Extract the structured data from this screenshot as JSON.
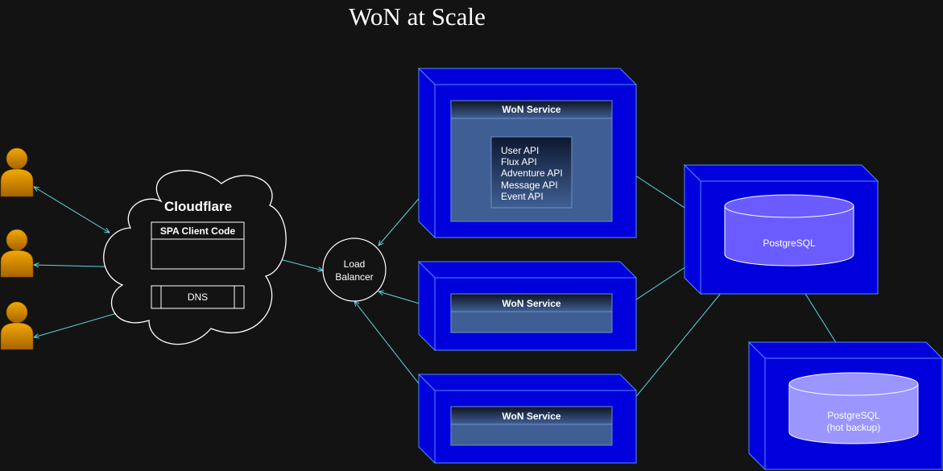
{
  "title": "WoN at Scale",
  "cloudflare": {
    "label": "Cloudflare",
    "spa_label": "SPA Client Code",
    "dns_label": "DNS"
  },
  "load_balancer": {
    "line1": "Load",
    "line2": "Balancer"
  },
  "services": [
    {
      "label": "WoN Service",
      "apis": [
        "User API",
        "Flux API",
        "Adventure API",
        "Message API",
        "Event API"
      ]
    },
    {
      "label": "WoN Service"
    },
    {
      "label": "WoN Service"
    }
  ],
  "databases": {
    "primary": {
      "label": "PostgreSQL"
    },
    "backup": {
      "line1": "PostgreSQL",
      "line2": "(hot backup)"
    }
  },
  "colors": {
    "background": "#131313",
    "node_blue": "#0000dd",
    "node_border": "#4f8dff",
    "service_panel": "#3f5f94",
    "connector": "#5fd7e0",
    "db_primary": "#6a5cff",
    "db_backup": "#9a95ff",
    "user_icon": "#d88a00"
  }
}
